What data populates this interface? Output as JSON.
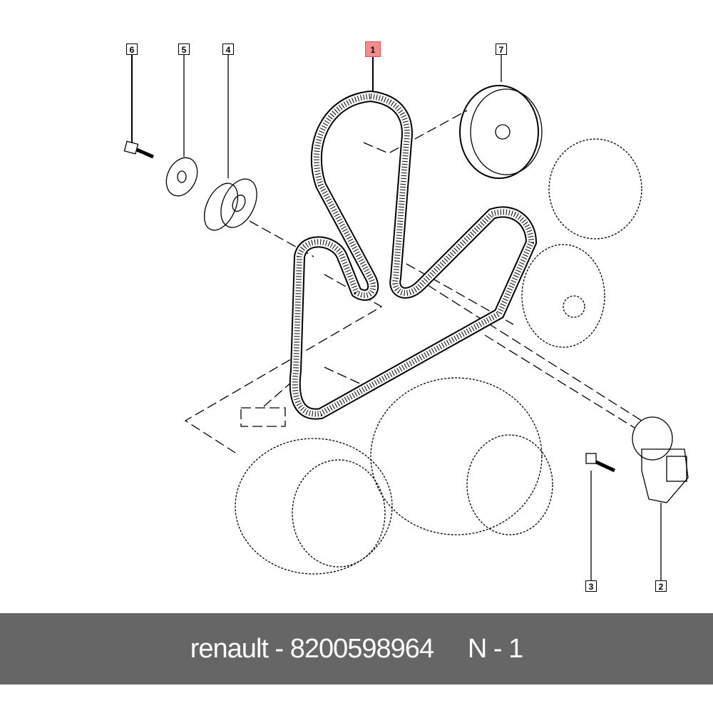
{
  "callouts": [
    {
      "id": "6",
      "label": "6"
    },
    {
      "id": "5",
      "label": "5"
    },
    {
      "id": "4",
      "label": "4"
    },
    {
      "id": "1",
      "label": "1",
      "highlighted": true
    },
    {
      "id": "7",
      "label": "7"
    },
    {
      "id": "3",
      "label": "3"
    },
    {
      "id": "2",
      "label": "2"
    }
  ],
  "footer": {
    "brand": "renault",
    "separator": " - ",
    "part_number": "8200598964",
    "gap": "     ",
    "position": "N - 1"
  },
  "colors": {
    "highlight": "#f28b8b",
    "footer_bg": "#666666"
  }
}
